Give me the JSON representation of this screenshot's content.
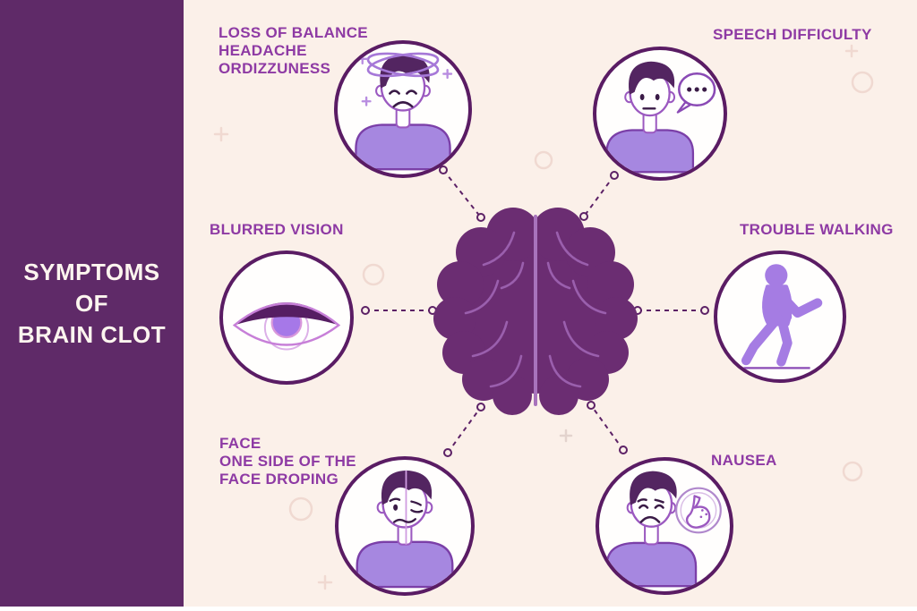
{
  "page_title": "Symptoms of Brain Clot infographic",
  "sidebar": {
    "lines": [
      "SYMPTOMS",
      "OF",
      "BRAIN CLOT"
    ]
  },
  "center": {
    "icon": "brain-icon"
  },
  "symptoms": [
    {
      "id": "dizziness",
      "icon": "dizzy-person-icon",
      "lines": [
        "LOSS OF BALANCE",
        "HEADACHE",
        "ORDIZZUNESS"
      ]
    },
    {
      "id": "speech",
      "icon": "speech-difficulty-icon",
      "lines": [
        "SPEECH DIFFICULTY"
      ]
    },
    {
      "id": "vision",
      "icon": "blurred-vision-eye-icon",
      "lines": [
        "BLURRED VISION"
      ]
    },
    {
      "id": "walking",
      "icon": "trouble-walking-icon",
      "lines": [
        "TROUBLE WALKING"
      ]
    },
    {
      "id": "face",
      "icon": "face-drooping-icon",
      "lines": [
        "FACE",
        "ONE SIDE OF THE",
        "FACE DROPING"
      ]
    },
    {
      "id": "nausea",
      "icon": "nausea-stomach-icon",
      "lines": [
        "NAUSEA"
      ]
    }
  ],
  "colors": {
    "background": "#fbf0e9",
    "sidebar": "#5f2a68",
    "sidebar_text": "#fdf5ef",
    "label_text": "#8e3aa4",
    "circle_border": "#5a1c64",
    "brain_fill": "#6b2d72",
    "brain_lines": "#9a5fad",
    "connector": "#5c2166",
    "illustration_purple": "#a687e0",
    "hair": "#532561",
    "decorative": "#f0d9d1"
  }
}
